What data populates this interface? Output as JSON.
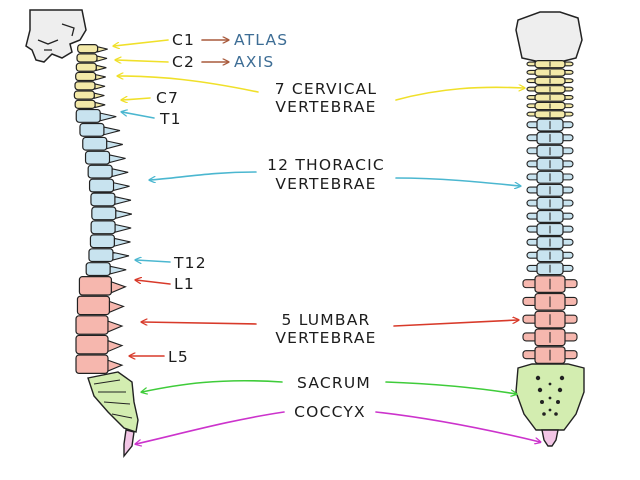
{
  "labels": {
    "c1": "C1",
    "atlas": "ATLAS",
    "c2": "C2",
    "axis": "AXIS",
    "c7": "C7",
    "t1": "T1",
    "cervical_line1": "7 CERVICAL",
    "cervical_line2": "VERTEBRAE",
    "thoracic_line1": "12 THORACIC",
    "thoracic_line2": "VERTEBRAE",
    "t12": "T12",
    "l1": "L1",
    "lumbar_line1": "5 LUMBAR",
    "lumbar_line2": "VERTEBRAE",
    "l5": "L5",
    "sacrum": "SACRUM",
    "coccyx": "COCCYX"
  },
  "colors": {
    "cervical": "#f3e9a8",
    "thoracic": "#c8e3ef",
    "lumbar": "#f6b7ae",
    "sacrum": "#d3edb0",
    "coccyx": "#f3c6e6",
    "skull": "#eeeeee",
    "cervical_arrow": "#f0e02a",
    "thoracic_arrow": "#4bb7d0",
    "lumbar_arrow": "#d83a2a",
    "sacrum_arrow": "#3fcc3a",
    "coccyx_arrow": "#cc33cc",
    "c1_axis_arrow": "#a85a3c"
  },
  "counts": {
    "cervical": 7,
    "thoracic": 12,
    "lumbar": 5
  }
}
